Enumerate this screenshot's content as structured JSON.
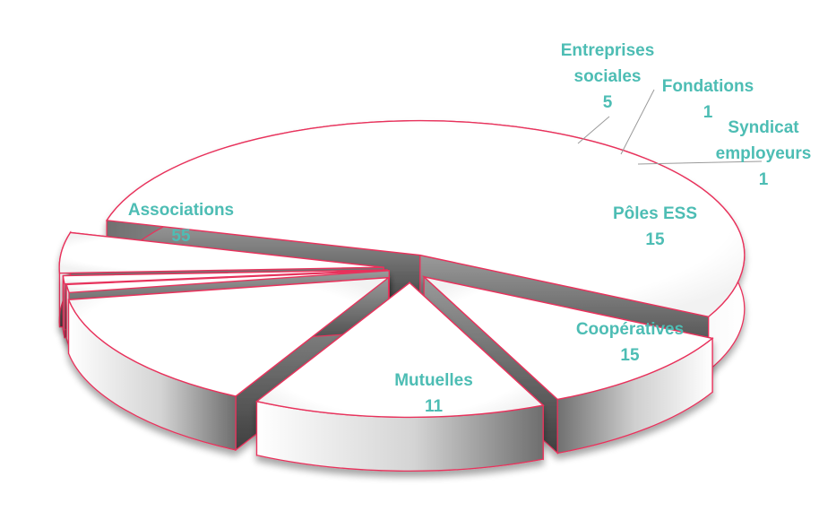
{
  "chart_data": {
    "type": "pie",
    "title": "",
    "style": "exploded 3D pie",
    "colors": {
      "edge": "#e8335c",
      "label": "#4dbdb4",
      "top_face": "#ffffff",
      "side_light": "#ececec",
      "side_dark": "#6a6a6a"
    },
    "slices": [
      {
        "label": "Associations",
        "value": 55
      },
      {
        "label": "Mutuelles",
        "value": 11
      },
      {
        "label": "Coopératives",
        "value": 15
      },
      {
        "label": "Pôles ESS",
        "value": 15
      },
      {
        "label": "Syndicat employeurs",
        "value": 1
      },
      {
        "label": "Fondations",
        "value": 1
      },
      {
        "label": "Entreprises sociales",
        "value": 5
      }
    ]
  }
}
